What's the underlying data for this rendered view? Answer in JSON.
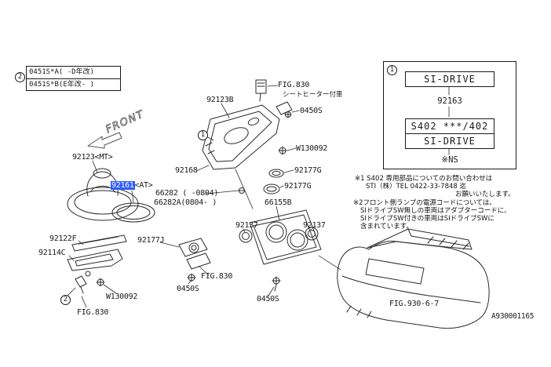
{
  "page": {
    "drawing_number": "A930001165",
    "front_label": "FRONT",
    "bg_color": "#ffffff",
    "line_color": "#2b2b2b",
    "highlight_color": "#2e5cff"
  },
  "legend_box": {
    "marker": "2",
    "row_a": "0451S*A( -D年改)",
    "row_b": "0451S*B(E年改- )"
  },
  "si_drive_panel": {
    "marker": "1",
    "si_drive_top": "SI-DRIVE",
    "part_number": "92163",
    "s402_label": "S402 ***/402",
    "si_drive_bottom": "SI-DRIVE",
    "ns_label": "※NS"
  },
  "notes": {
    "note1_line1": "※1 S402 専用部品についてのお問い合わせは",
    "note1_line2": "STI（株）TEL 0422-33-7848 迄",
    "note1_line3": "お願いいたします。",
    "note2_line1": "※2フロント側ランプの電源コードについては、",
    "note2_line2": "SIドライブSW無しの車両はアダプターコードに、",
    "note2_line3": "SIドライブSW付きの車両はSIドライブSWに",
    "note2_line4": "含まれています。"
  },
  "highlight": {
    "part": "92161",
    "suffix": "<AT>"
  },
  "markers": {
    "diagram_1": "1",
    "diagram_2": "2"
  },
  "labels": [
    {
      "id": "fig830-top",
      "text": "FIG.830"
    },
    {
      "id": "seat-heater-note",
      "text": "シートヒーター付車"
    },
    {
      "id": "part-92123B",
      "text": "92123B"
    },
    {
      "id": "part-0450S-top",
      "text": "0450S"
    },
    {
      "id": "part-W130092-top",
      "text": "W130092"
    },
    {
      "id": "part-92123-MT",
      "text": "92123<MT>"
    },
    {
      "id": "part-92168",
      "text": "92168"
    },
    {
      "id": "part-92177G-upper",
      "text": "92177G"
    },
    {
      "id": "part-92177G-lower",
      "text": "92177G"
    },
    {
      "id": "part-66282",
      "text": "66282 ( -0804)"
    },
    {
      "id": "part-66282A",
      "text": "66282A(0804- )"
    },
    {
      "id": "part-66155B",
      "text": "66155B"
    },
    {
      "id": "part-92137-left",
      "text": "92137"
    },
    {
      "id": "part-92137-right",
      "text": "92137"
    },
    {
      "id": "part-92122F",
      "text": "92122F"
    },
    {
      "id": "part-92177J",
      "text": "92177J"
    },
    {
      "id": "part-92114C",
      "text": "92114C"
    },
    {
      "id": "fig830-mid",
      "text": "FIG.830"
    },
    {
      "id": "part-0450S-mid",
      "text": "0450S"
    },
    {
      "id": "part-W130092-bottom",
      "text": "W130092"
    },
    {
      "id": "part-0450S-bottom",
      "text": "0450S"
    },
    {
      "id": "fig830-bottom",
      "text": "FIG.830"
    },
    {
      "id": "fig930-6-7",
      "text": "FIG.930-6-7"
    }
  ]
}
